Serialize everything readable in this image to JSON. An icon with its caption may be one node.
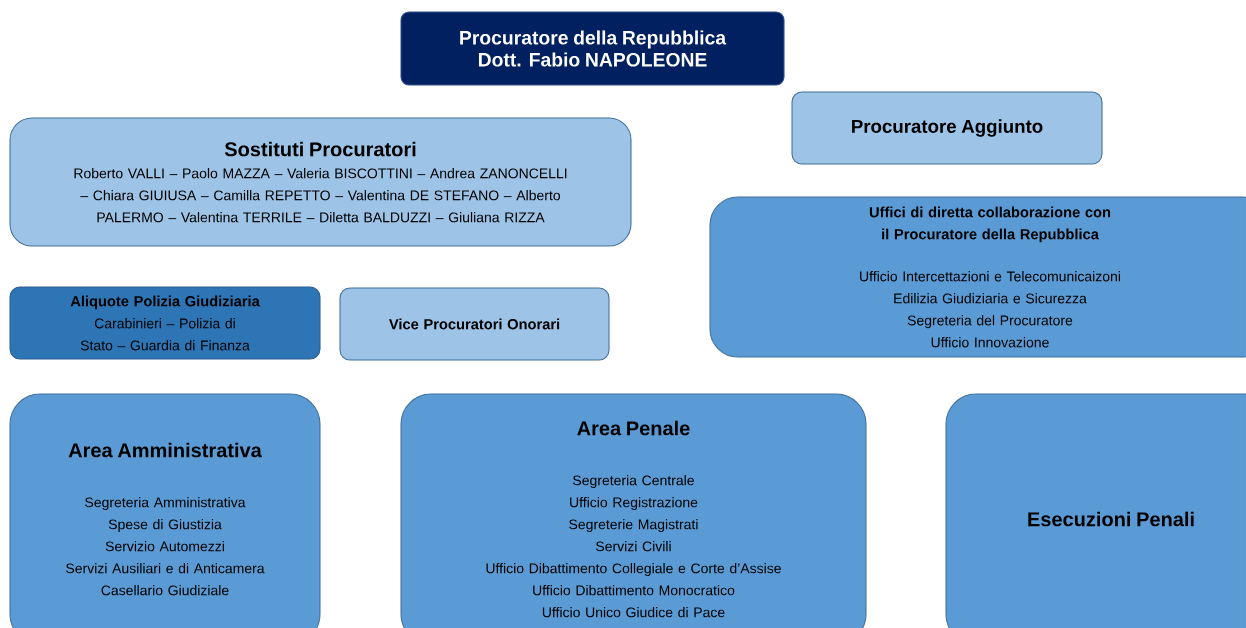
{
  "diagram": {
    "nodes": [
      {
        "text": [
          "Procuratore della Repubblica",
          "Dott. Fabio NAPOLEONE"
        ]
      },
      {
        "text": [
          "Sostituti Procuratori",
          "Roberto VALLI – Paolo MAZZA – Valeria BISCOTTINI – Andrea ZANONCELLI – Chiara GIUIUSA – Camilla REPETTO – Valentina DE STEFANO – Alberto PALERMO – Valentina TERRILE – Diletta BALDUZZI – Giuliana RIZZA"
        ]
      },
      {
        "text": [
          "Procuratore Aggiunto"
        ]
      },
      {
        "text": [
          "Uffici di diretta collaborazione con il Procuratore della Repubblica",
          "Ufficio Intercettazioni e Telecomunicaizoni",
          "Edilizia Giudiziaria e Sicurezza",
          "Segreteria del Procuratore",
          "Ufficio Innovazione"
        ]
      },
      {
        "text": [
          "Aliquote Polizia Giudiziaria",
          "Carabinieri – Polizia di Stato – Guardia di Finanza"
        ]
      },
      {
        "text": [
          "Vice Procuratori Onorari"
        ]
      },
      {
        "text": [
          "Area Amministrativa",
          "Segreteria Amministrativa",
          "Spese di Giustizia",
          "Servizio Automezzi",
          "Servizi Ausiliari e di Anticamera",
          "Casellario Giudiziale"
        ]
      },
      {
        "text": [
          "Area Penale",
          "Segreteria Centrale",
          "Ufficio Registrazione",
          "Segreterie Magistrati",
          "Servizi Civili",
          "Ufficio Dibattimento Collegiale e Corte d’Assise",
          "Ufficio Dibattimento Monocratico",
          "Ufficio Unico Giudice di Pace"
        ]
      },
      {
        "text": [
          "Esecuzioni Penali"
        ]
      }
    ]
  }
}
